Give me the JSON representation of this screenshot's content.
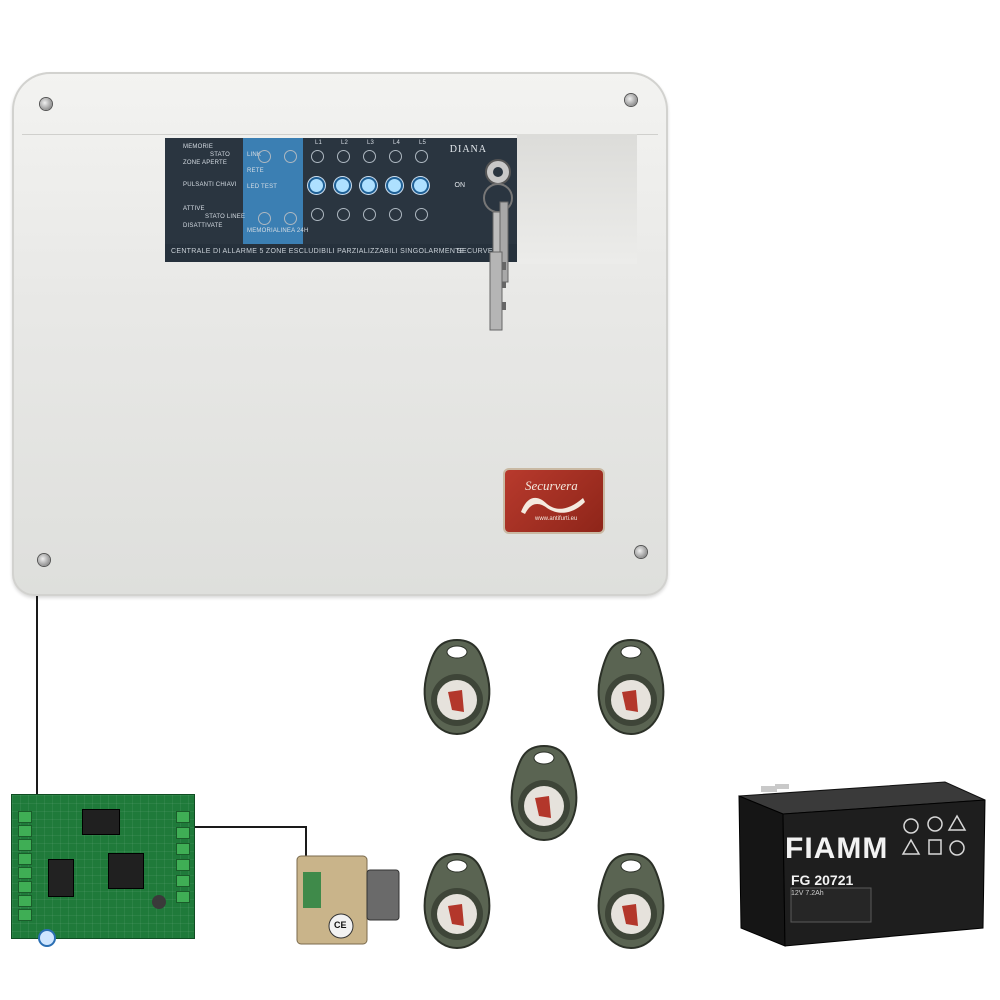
{
  "panel": {
    "model": "DIANA",
    "key_label": "ON",
    "bottom_text": "CENTRALE DI ALLARME 5 ZONE ESCLUDIBILI PARZIALIZZABILI SINGOLARMENTE",
    "brand_text": "SECURVERA",
    "legend_left": [
      "MEMORIE",
      "STATO",
      "ZONE APERTE",
      "PULSANTI CHIAVI",
      "ATTIVE",
      "STATO LINEE",
      "DISATTIVATE"
    ],
    "legend_blue": [
      "LINK",
      "RETE",
      "LED TEST",
      "MEMORIA",
      "LINEA 24H"
    ],
    "zone_labels": [
      "L1",
      "L2",
      "L3",
      "L4",
      "L5"
    ],
    "logo": {
      "brand": "Securvera",
      "url": "www.antifurti.eu"
    }
  },
  "battery": {
    "brand": "FIAMM",
    "model": "FG 20721",
    "spec": "12V 7.2Ah"
  },
  "module": {
    "mark": "CE"
  },
  "colors": {
    "panel": "#e6e6e4",
    "front": "#2a3540",
    "pcb": "#1f7a3a",
    "battery": "#1c1c1c",
    "tag": "#5a6452"
  }
}
